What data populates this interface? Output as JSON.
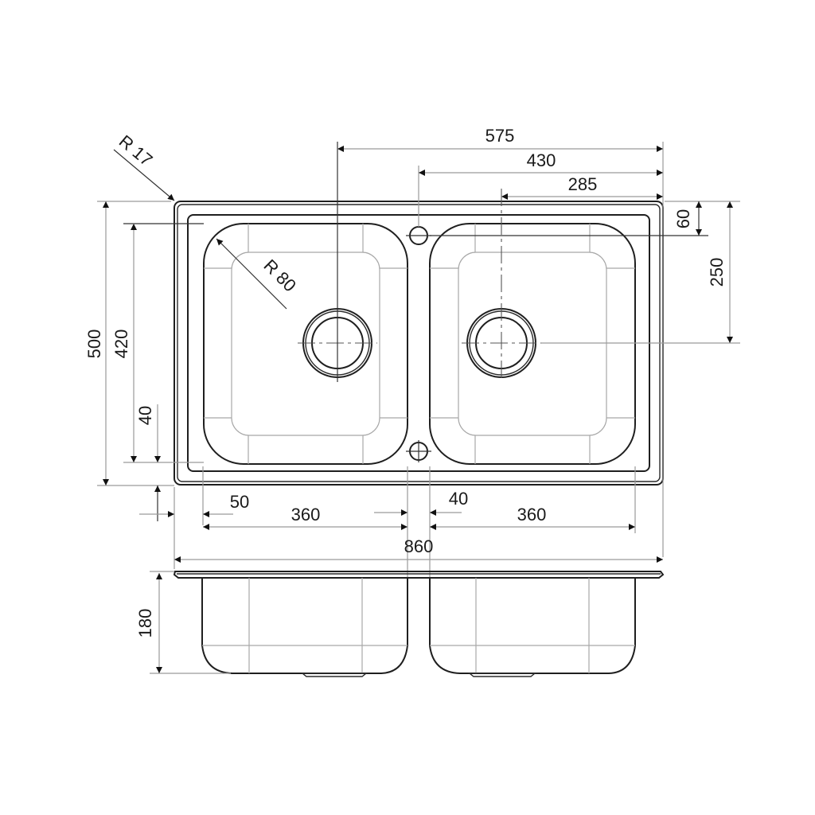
{
  "drawing": {
    "subject": "Double bowl kitchen sink technical drawing",
    "colors": {
      "line": "#1f1f1f",
      "ghost": "#a8a8a8",
      "background": "#ffffff"
    },
    "top_view": {
      "radius_labels": {
        "outer_corner": "R 17",
        "bowl_corner": "R 80"
      },
      "horizontal_dims": {
        "drain_to_edge": "575",
        "tap_hole_to_edge": "430",
        "right_drain_to_edge": "285"
      },
      "vertical_dims_right": {
        "tap_hole_offset": "60",
        "drain_offset": "250"
      },
      "vertical_dims_left": {
        "overall_depth": "500",
        "inner_depth": "420",
        "bottom_margin": "40"
      },
      "bottom_dims": {
        "left_margin": "50",
        "left_bowl_width": "360",
        "divider_width": "40",
        "right_bowl_width": "360",
        "overall_width": "860"
      }
    },
    "side_view": {
      "bowl_depth": "180"
    }
  }
}
